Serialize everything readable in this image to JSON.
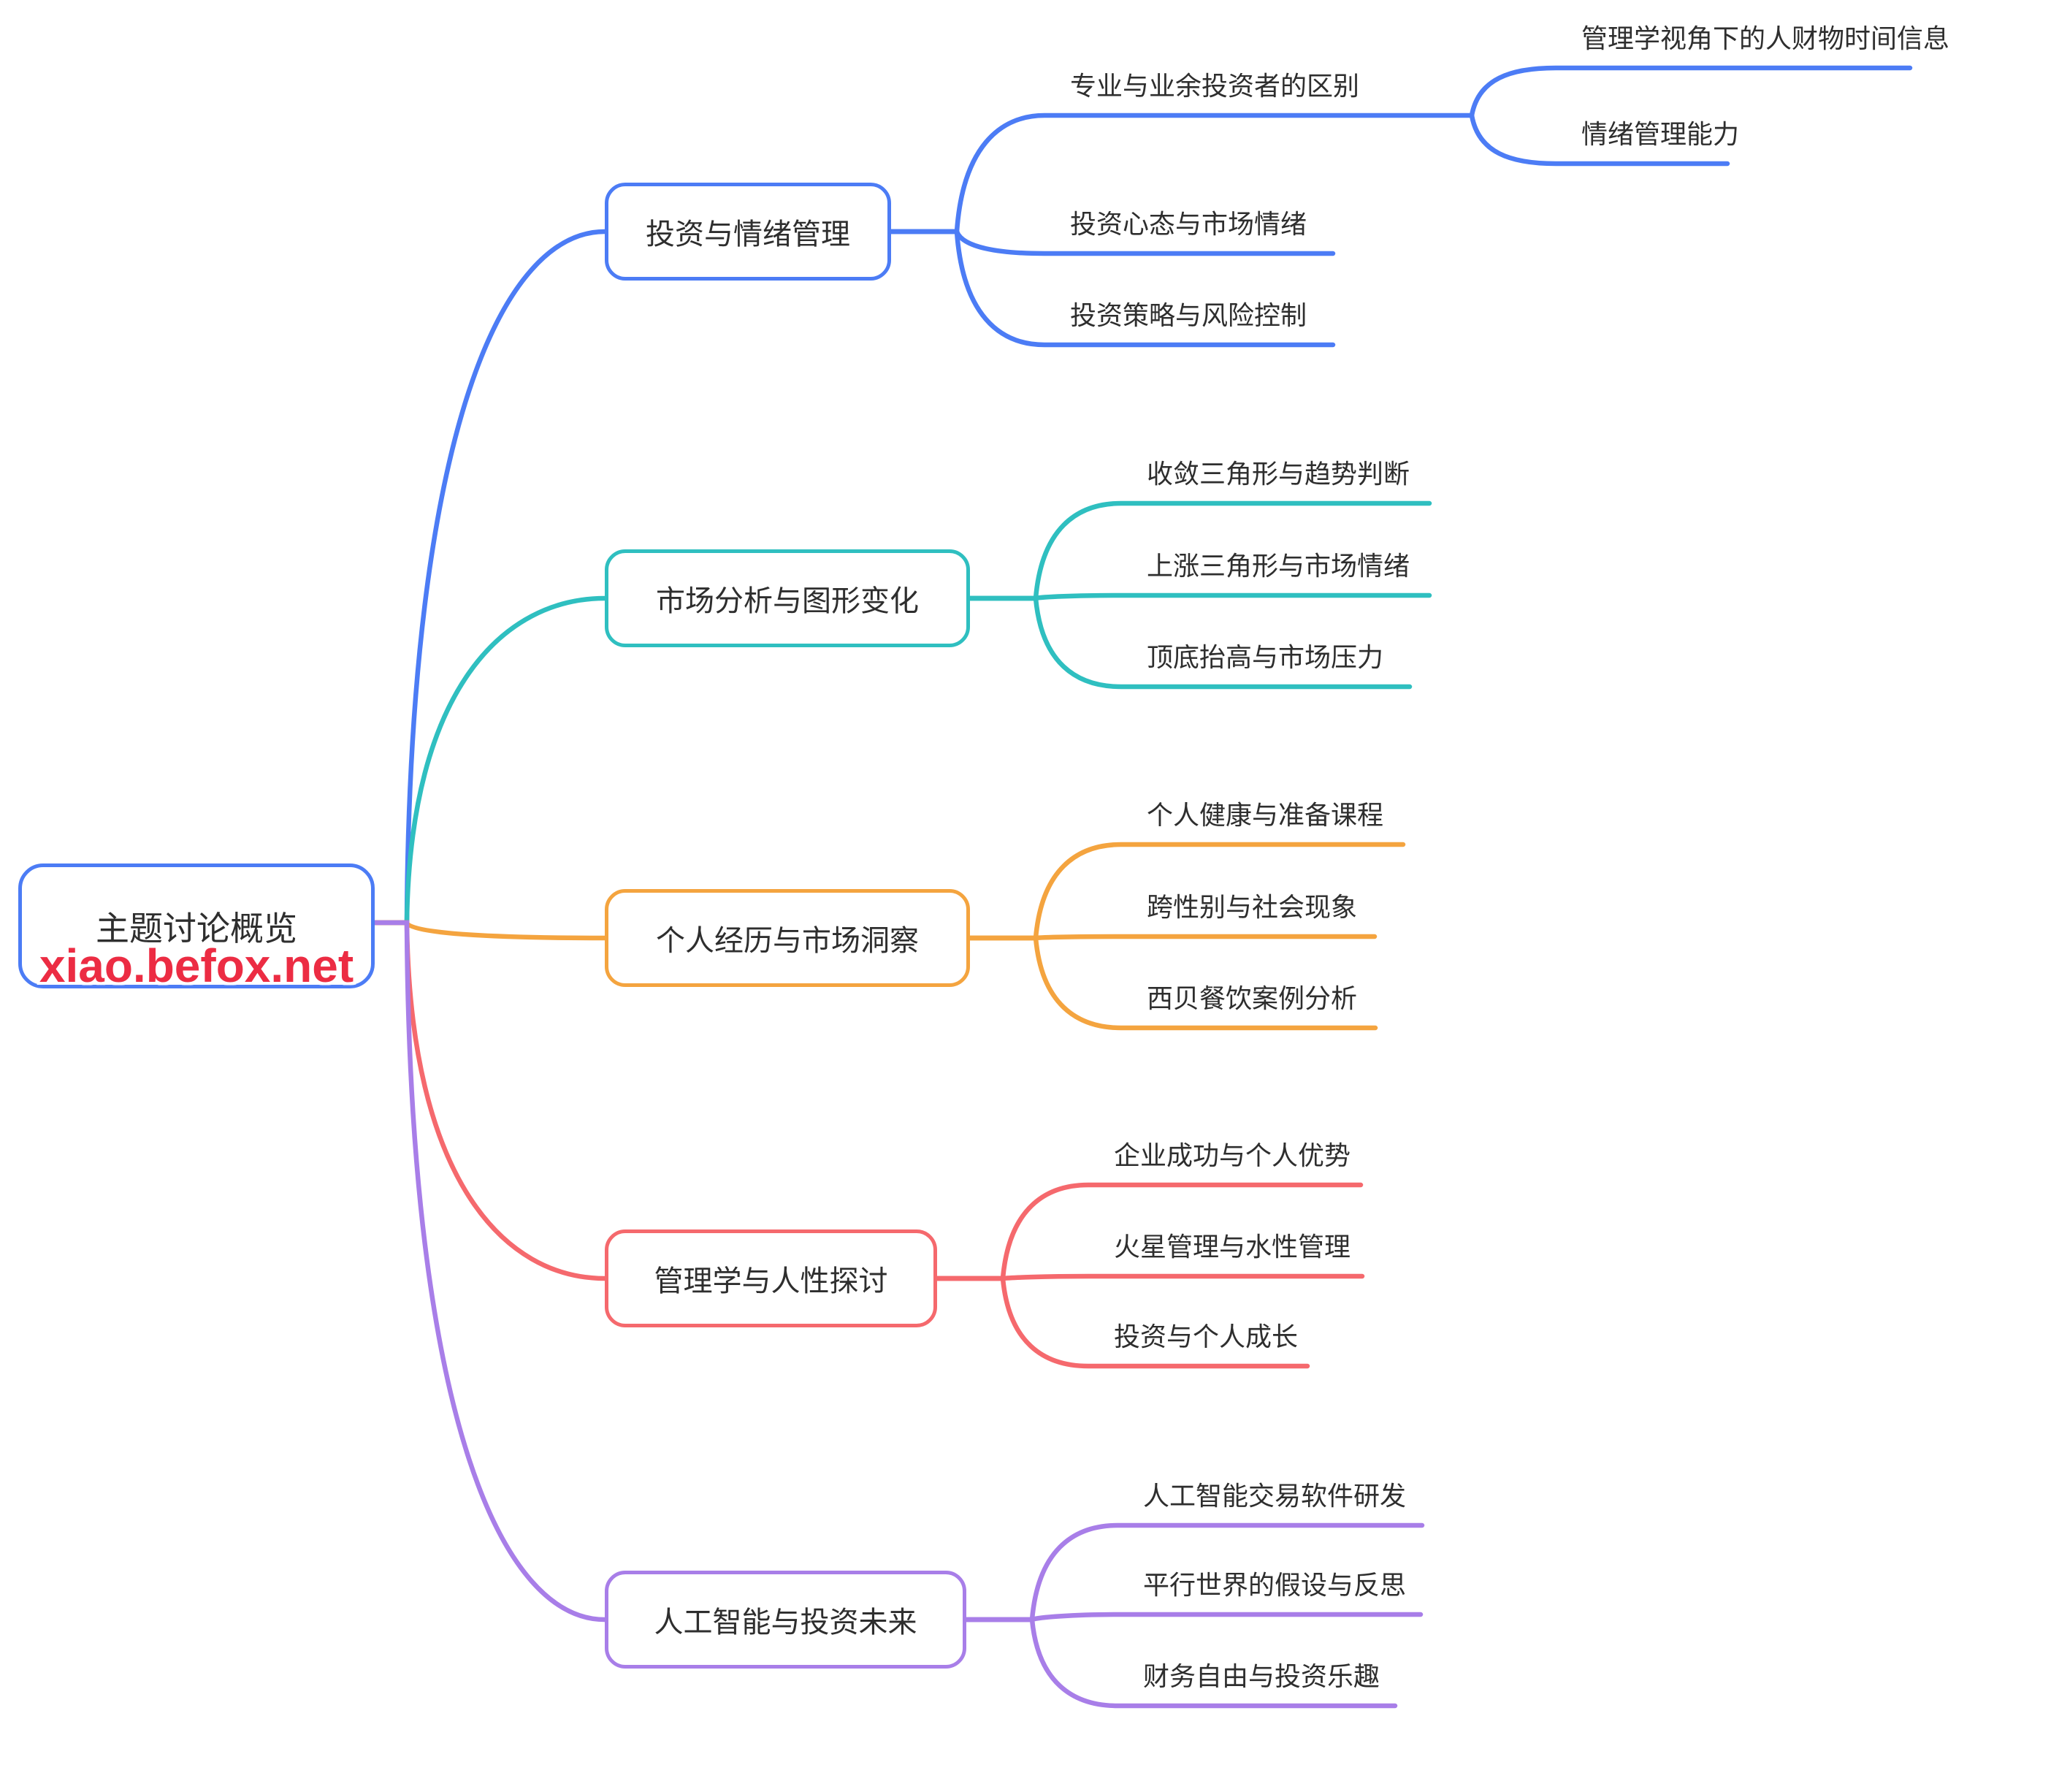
{
  "title": "主题讨论概览",
  "watermark": {
    "text": "xiao.befox.net",
    "color": "#EC2C43"
  },
  "root": {
    "label": "主题讨论概览",
    "color": "#4C7CF5"
  },
  "branches": [
    {
      "label": "投资与情绪管理",
      "color": "#4C7CF5",
      "children": [
        {
          "label": "专业与业余投资者的区别",
          "children": [
            {
              "label": "管理学视角下的人财物时间信息"
            },
            {
              "label": "情绪管理能力"
            }
          ]
        },
        {
          "label": "投资心态与市场情绪"
        },
        {
          "label": "投资策略与风险控制"
        }
      ]
    },
    {
      "label": "市场分析与图形变化",
      "color": "#2FBFC0",
      "children": [
        {
          "label": "收敛三角形与趋势判断"
        },
        {
          "label": "上涨三角形与市场情绪"
        },
        {
          "label": "顶底抬高与市场压力"
        }
      ]
    },
    {
      "label": "个人经历与市场洞察",
      "color": "#F4A43F",
      "children": [
        {
          "label": "个人健康与准备课程"
        },
        {
          "label": "跨性别与社会现象"
        },
        {
          "label": "西贝餐饮案例分析"
        }
      ]
    },
    {
      "label": "管理学与人性探讨",
      "color": "#F5696D",
      "children": [
        {
          "label": "企业成功与个人优势"
        },
        {
          "label": "火星管理与水性管理"
        },
        {
          "label": "投资与个人成长"
        }
      ]
    },
    {
      "label": "人工智能与投资未来",
      "color": "#A87EE8",
      "children": [
        {
          "label": "人工智能交易软件研发"
        },
        {
          "label": "平行世界的假设与反思"
        },
        {
          "label": "财务自由与投资乐趣"
        }
      ]
    }
  ]
}
